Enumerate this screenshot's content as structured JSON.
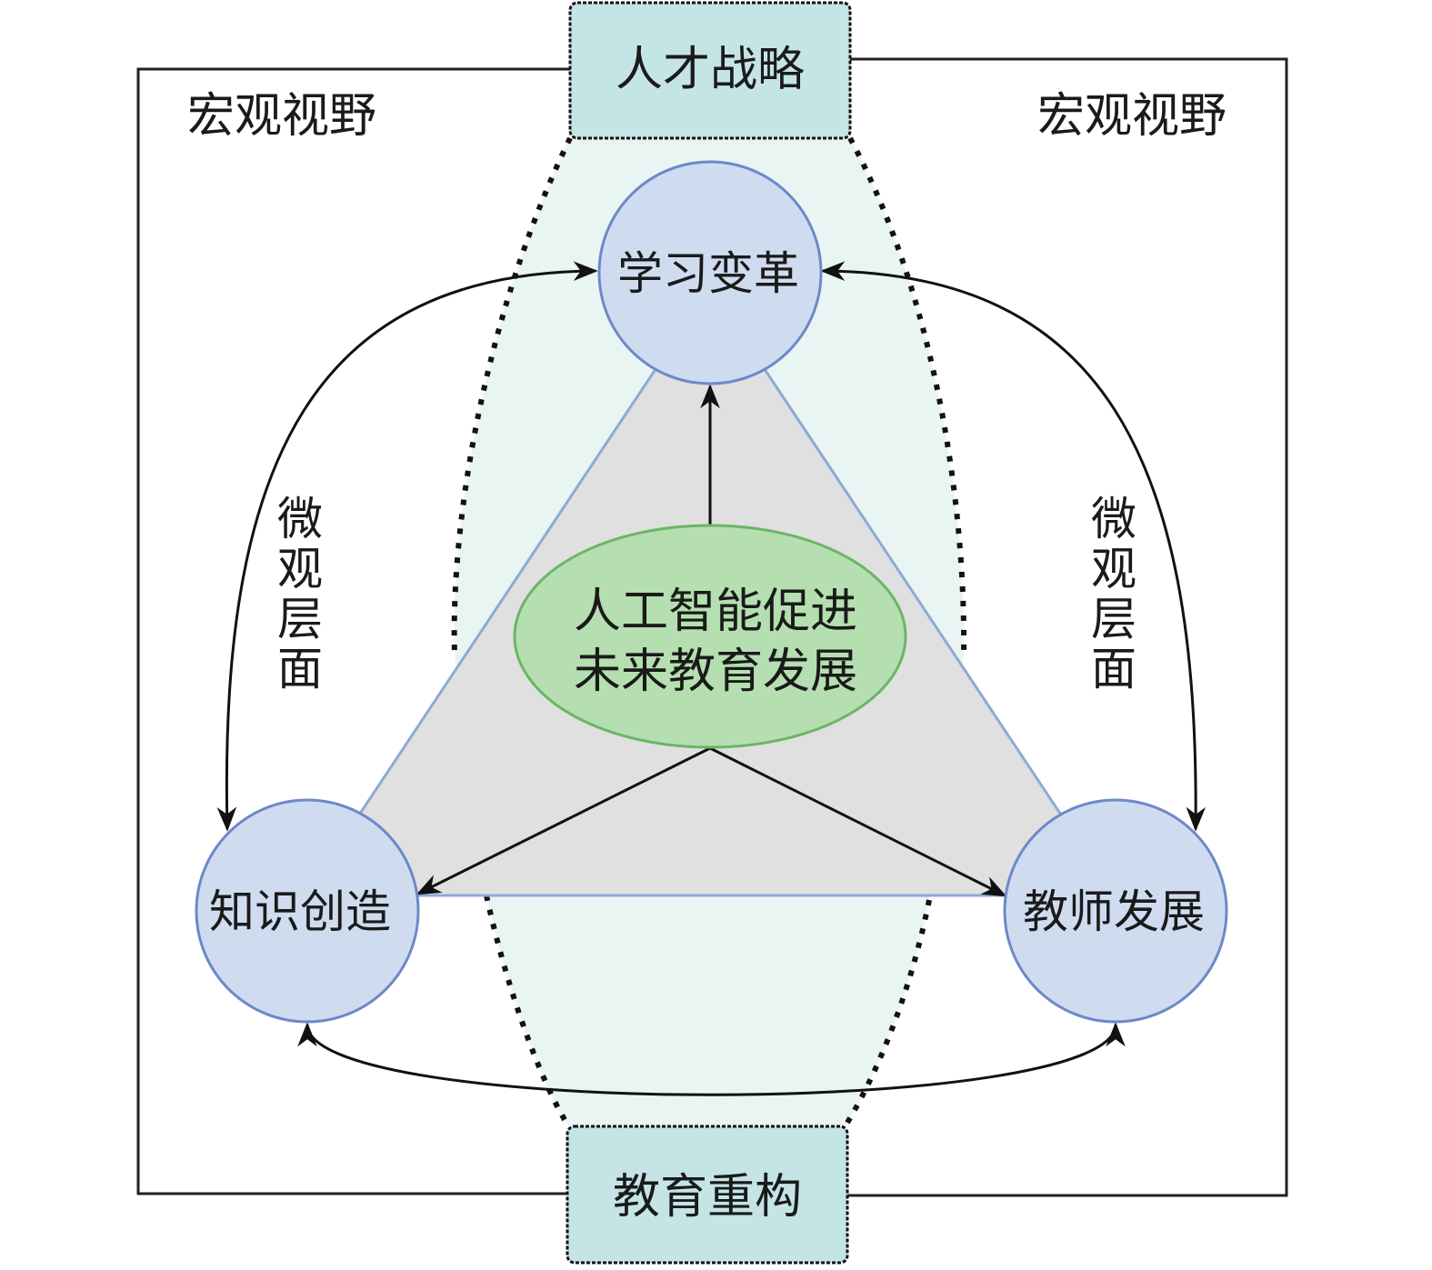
{
  "top_box": {
    "label": "人才战略"
  },
  "bottom_box": {
    "label": "教育重构"
  },
  "macro_left": "宏观视野",
  "macro_right": "宏观视野",
  "micro_left": [
    "微",
    "观",
    "层",
    "面"
  ],
  "micro_right": [
    "微",
    "观",
    "层",
    "面"
  ],
  "nodes": {
    "top": "学习变革",
    "left": "知识创造",
    "right": "教师发展"
  },
  "center": {
    "line1": "人工智能促进",
    "line2": "未来教育发展"
  },
  "colors": {
    "box_fill": "#c4e4e6",
    "lens_fill": "#e8f5f3",
    "triangle_fill": "#e0e0e0",
    "triangle_stroke": "#8fa8d8",
    "circle_fill": "#cfdcf0",
    "circle_stroke": "#6e88c8",
    "ellipse_fill": "#b5dfb0",
    "ellipse_stroke": "#6cb565"
  }
}
